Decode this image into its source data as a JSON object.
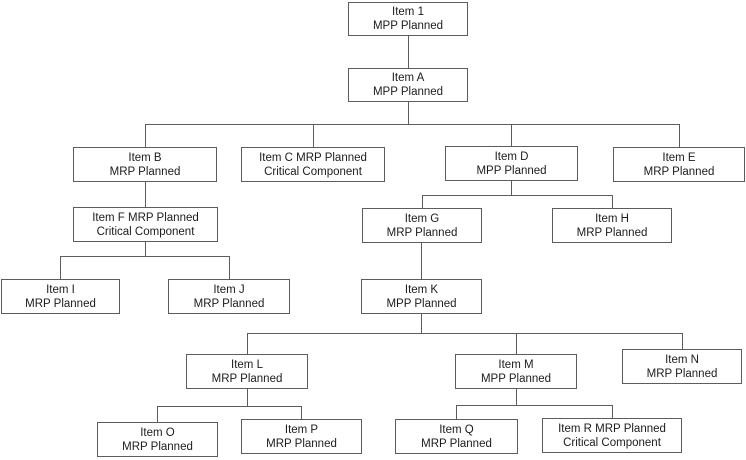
{
  "diagram": {
    "type": "hierarchy-tree",
    "colors": {
      "background": "#ffffff",
      "node_fill": "#ffffff",
      "node_border": "#5c5c5c",
      "connector": "#5c5c5c",
      "text": "#1c1c1c"
    },
    "nodes": {
      "item1": {
        "line1": "Item 1",
        "line2": "MPP Planned"
      },
      "itemA": {
        "line1": "Item A",
        "line2": "MPP Planned"
      },
      "itemB": {
        "line1": "Item B",
        "line2": "MRP Planned"
      },
      "itemC": {
        "line1": "Item C MRP Planned",
        "line2": "Critical Component"
      },
      "itemD": {
        "line1": "Item D",
        "line2": "MPP Planned"
      },
      "itemE": {
        "line1": "Item E",
        "line2": "MRP Planned"
      },
      "itemF": {
        "line1": "Item F MRP Planned",
        "line2": "Critical Component"
      },
      "itemG": {
        "line1": "Item G",
        "line2": "MRP Planned"
      },
      "itemH": {
        "line1": "Item H",
        "line2": "MRP Planned"
      },
      "itemI": {
        "line1": "Item I",
        "line2": "MRP Planned"
      },
      "itemJ": {
        "line1": "Item J",
        "line2": "MRP Planned"
      },
      "itemK": {
        "line1": "Item K",
        "line2": "MPP Planned"
      },
      "itemL": {
        "line1": "Item L",
        "line2": "MRP Planned"
      },
      "itemM": {
        "line1": "Item M",
        "line2": "MPP Planned"
      },
      "itemN": {
        "line1": "Item N",
        "line2": "MRP Planned"
      },
      "itemO": {
        "line1": "Item O",
        "line2": "MRP Planned"
      },
      "itemP": {
        "line1": "Item P",
        "line2": "MRP Planned"
      },
      "itemQ": {
        "line1": "Item Q",
        "line2": "MRP Planned"
      },
      "itemR": {
        "line1": "Item R MRP Planned",
        "line2": "Critical Component"
      }
    },
    "edges": [
      [
        "item1",
        "itemA"
      ],
      [
        "itemA",
        "itemB"
      ],
      [
        "itemA",
        "itemC"
      ],
      [
        "itemA",
        "itemD"
      ],
      [
        "itemA",
        "itemE"
      ],
      [
        "itemB",
        "itemF"
      ],
      [
        "itemF",
        "itemI"
      ],
      [
        "itemF",
        "itemJ"
      ],
      [
        "itemD",
        "itemG"
      ],
      [
        "itemD",
        "itemH"
      ],
      [
        "itemG",
        "itemK"
      ],
      [
        "itemK",
        "itemL"
      ],
      [
        "itemK",
        "itemM"
      ],
      [
        "itemK",
        "itemN"
      ],
      [
        "itemL",
        "itemO"
      ],
      [
        "itemL",
        "itemP"
      ],
      [
        "itemM",
        "itemQ"
      ],
      [
        "itemM",
        "itemR"
      ]
    ]
  }
}
